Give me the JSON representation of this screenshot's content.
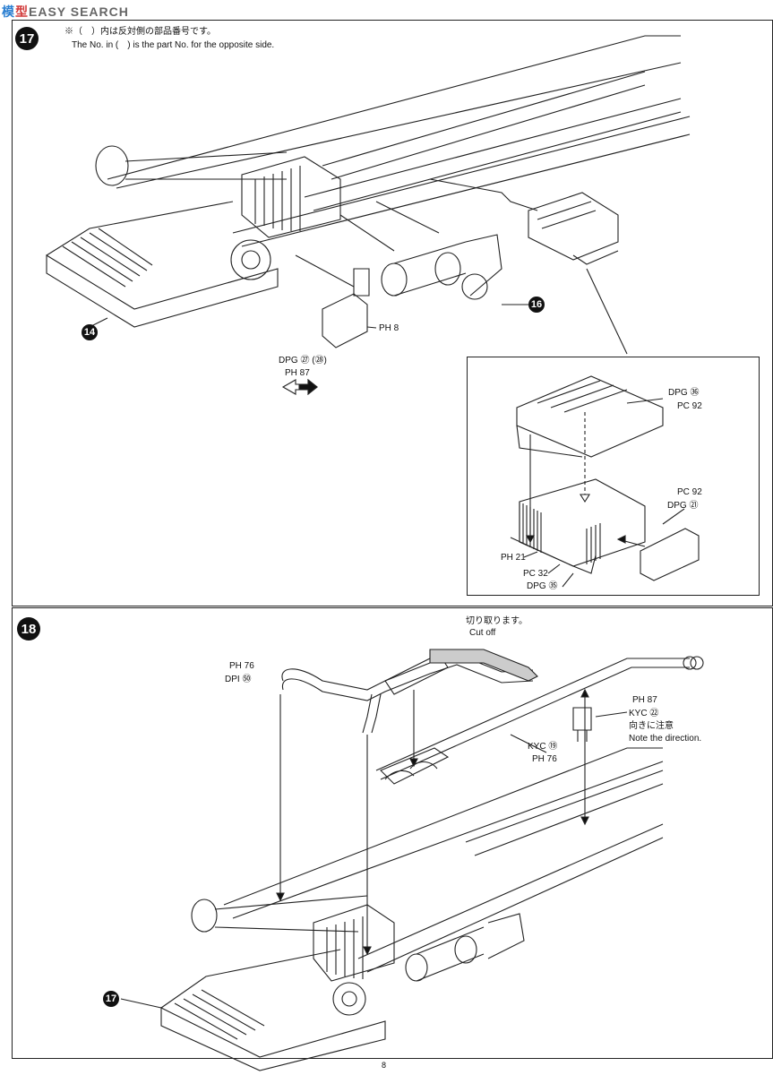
{
  "watermark": {
    "part1": "模",
    "part2": "型",
    "part3": "EASY SEARCH"
  },
  "step17": {
    "number": "17",
    "note_jp": "※（　）内は反対側の部品番号です。",
    "note_en": "The No. in (　) is the part No. for the opposite side.",
    "callouts": [
      "14",
      "16"
    ],
    "labels": {
      "ph8": "PH 8",
      "dpg27": "DPG ㉗ (㉘)",
      "ph87a": "PH 87"
    },
    "inset": {
      "dpg36": "DPG ㊱",
      "pc92a": "PC 92",
      "pc92b": "PC 92",
      "dpg21": "DPG ㉑",
      "ph21": "PH 21",
      "pc32": "PC 32",
      "dpg35": "DPG ㉟"
    }
  },
  "step18": {
    "number": "18",
    "callout": "17",
    "cut_jp": "切り取ります。",
    "cut_en": "Cut off",
    "labels": {
      "ph76a": "PH 76",
      "dpi50": "DPI ㊿",
      "kyc19": "KYC ⑲",
      "ph76b": "PH 76",
      "ph87b": "PH 87",
      "kyc22": "KYC ㉒",
      "dir_jp": "向きに注意",
      "dir_en": "Note the direction."
    }
  },
  "page_number": "8"
}
